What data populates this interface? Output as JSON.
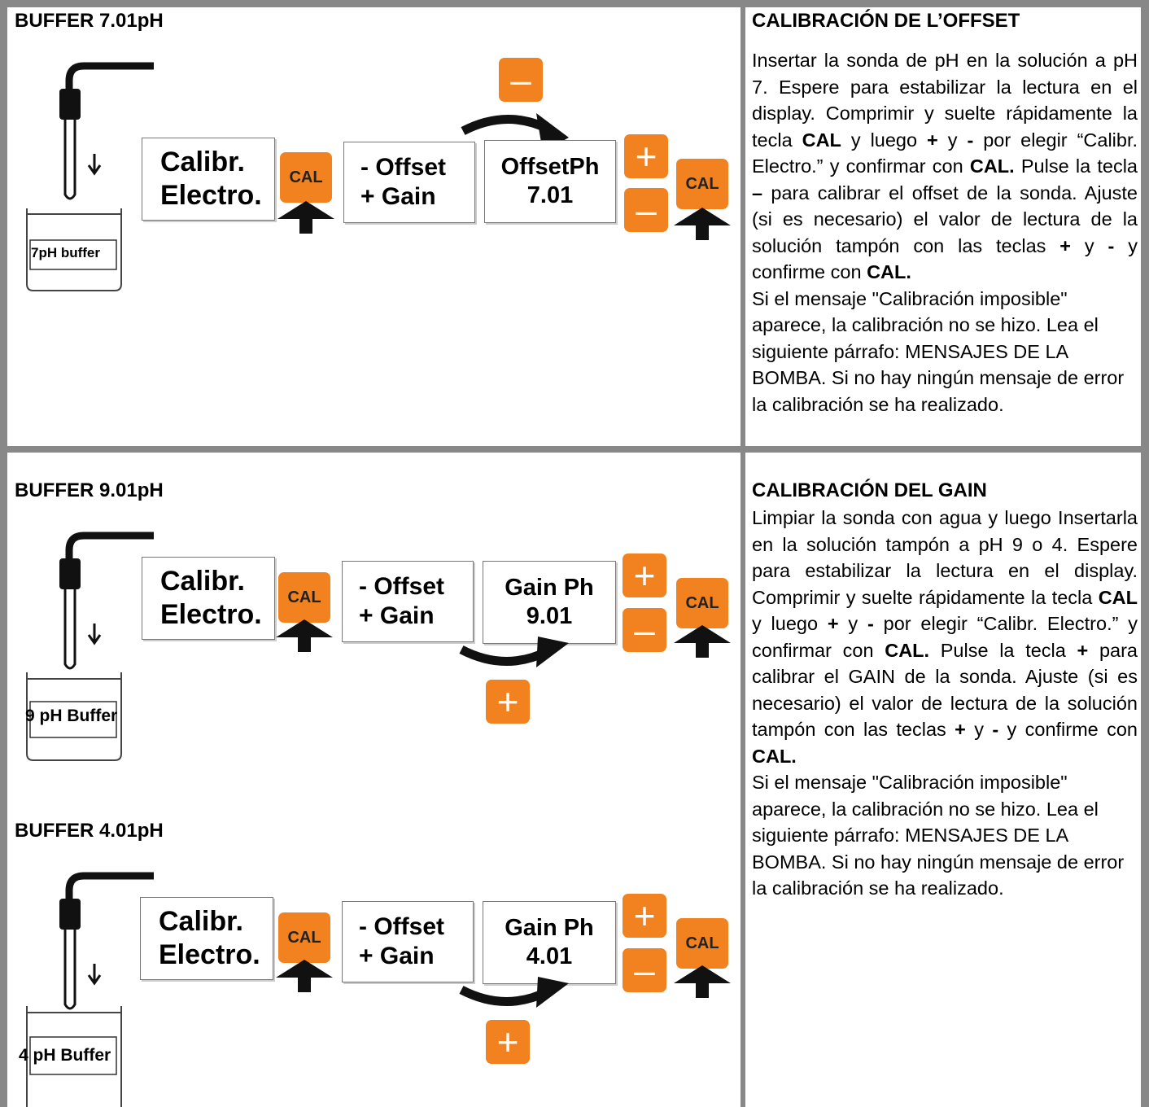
{
  "offset_section": {
    "buffer_label": "BUFFER 7.01pH",
    "jar_label": "7pH buffer",
    "display_calibr_line1": "Calibr.",
    "display_calibr_line2": "Electro.",
    "cal_key": "CAL",
    "menu_line1": "- Offset",
    "menu_line2": "+ Gain",
    "value_line1": "OffsetPh",
    "value_line2": "7.01",
    "minus_key": "–",
    "plus_key": "+",
    "title": "CALIBRACIÓN DE L’OFFSET",
    "para1": {
      "a": "Insertar la sonda de pH en la solución a pH 7. Espere para estabilizar la lectura en el display. Comprimir y suelte rápidamente la tecla ",
      "b": "CAL",
      "c": " y luego ",
      "d": "+",
      "e": " y ",
      "f": "-",
      "g": " por elegir “Calibr. Electro.” y confirmar con ",
      "h": "CAL.",
      "i": " Pulse la tecla ",
      "j": "–",
      "k": " para calibrar el offset de la sonda. Ajuste (si es necesario) el valor de lectura de la solución tampón con las teclas ",
      "l": "+",
      "m": " y ",
      "n": "-",
      "o": " y confirme con ",
      "p": "CAL."
    },
    "para2": "Si el mensaje \"Calibración imposible\" aparece, la calibración no se hizo. Lea el siguiente párrafo: MENSAJES DE LA BOMBA. Si no hay ningún mensaje de error la calibración se ha realizado."
  },
  "gain_section": {
    "buffer9_label": "BUFFER 9.01pH",
    "jar9_label": "9 pH Buffer",
    "value9_line1": "Gain Ph",
    "value9_line2": "9.01",
    "buffer4_label": "BUFFER 4.01pH",
    "jar4_label": "4 pH Buffer",
    "value4_line1": "Gain Ph",
    "value4_line2": "4.01",
    "display_calibr_line1": "Calibr.",
    "display_calibr_line2": "Electro.",
    "cal_key": "CAL",
    "menu_line1": "- Offset",
    "menu_line2": "+ Gain",
    "plus_key": "+",
    "minus_key": "–",
    "title": "CALIBRACIÓN DEL GAIN",
    "para1": {
      "a": "Limpiar la sonda con agua y luego Insertarla en la solución tampón a pH 9 o 4. Espere para estabilizar la lectura en el display. Comprimir y suelte rápidamente la tecla ",
      "b": "CAL",
      "c": " y luego ",
      "d": "+",
      "e": " y ",
      "f": "-",
      "g": " por elegir “Calibr. Electro.” y confirmar con ",
      "h": "CAL.",
      "i": " Pulse la tecla ",
      "j": "+",
      "k": " para calibrar el GAIN de la sonda. Ajuste (si es necesario) el valor de lectura de la solución tampón con las teclas ",
      "l": "+",
      "m": " y ",
      "n": "-",
      "o": " y confirme con ",
      "p": "CAL."
    },
    "para2": "Si el mensaje \"Calibración imposible\" aparece, la calibración no se hizo. Lea el siguiente párrafo: MENSAJES DE LA BOMBA. Si no hay ningún mensaje de error la calibración se ha realizado."
  },
  "colors": {
    "key_orange": "#f2821f",
    "border_gray": "#888888"
  }
}
